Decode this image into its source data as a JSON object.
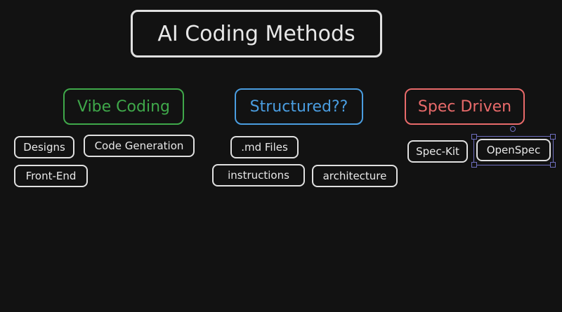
{
  "title": "AI Coding Methods",
  "categories": [
    {
      "label": "Vibe Coding",
      "color": "#3fa84a",
      "items": [
        "Designs",
        "Code Generation",
        "Front-End"
      ]
    },
    {
      "label": "Structured??",
      "color": "#4a9de0",
      "items": [
        ".md Files",
        "instructions",
        "architecture"
      ]
    },
    {
      "label": "Spec Driven",
      "color": "#e86a6a",
      "items": [
        "Spec-Kit",
        "OpenSpec"
      ]
    }
  ]
}
